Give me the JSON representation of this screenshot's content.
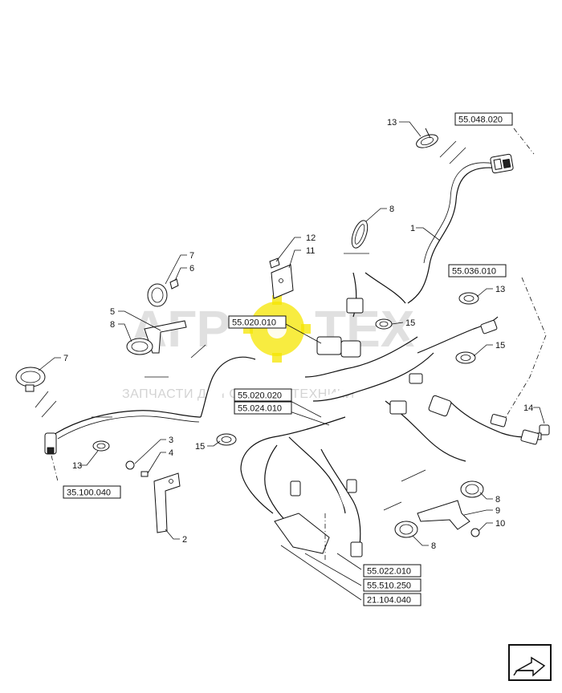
{
  "watermark": {
    "brand_left": "АГР",
    "brand_right": "ТЕХ",
    "tagline": "ЗАПЧАСТИ ДЛЯ СЕЛЬХОЗТЕХНИКИ",
    "gear_color": "#f5e600"
  },
  "callouts": {
    "c1": "1",
    "c2": "2",
    "c3": "3",
    "c4": "4",
    "c5": "5",
    "c6": "6",
    "c7a": "7",
    "c7b": "7",
    "c8a": "8",
    "c8b": "8",
    "c8c": "8",
    "c8d": "8",
    "c9": "9",
    "c10": "10",
    "c11": "11",
    "c12": "12",
    "c13a": "13",
    "c13b": "13",
    "c13c": "13",
    "c14": "14",
    "c15a": "15",
    "c15b": "15",
    "c15c": "15"
  },
  "references": {
    "r_55048020": "55.048.020",
    "r_55036010": "55.036.010",
    "r_55020010": "55.020.010",
    "r_55020020": "55.020.020",
    "r_55024010": "55.024.010",
    "r_35100040": "35.100.040",
    "r_55022010": "55.022.010",
    "r_55510250": "55.510.250",
    "r_21104040": "21.104.040"
  },
  "corner_icon": "arrow-view-icon"
}
